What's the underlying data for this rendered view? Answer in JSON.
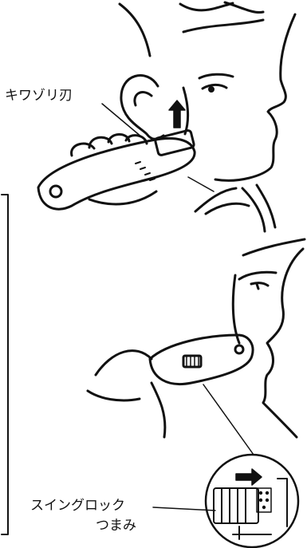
{
  "labels": {
    "trimmer_blade": "キワゾリ刃",
    "swing_lock_line1": "スイングロック",
    "swing_lock_line2": "つまみ"
  },
  "colors": {
    "ink": "#111111",
    "paper": "#ffffff"
  }
}
